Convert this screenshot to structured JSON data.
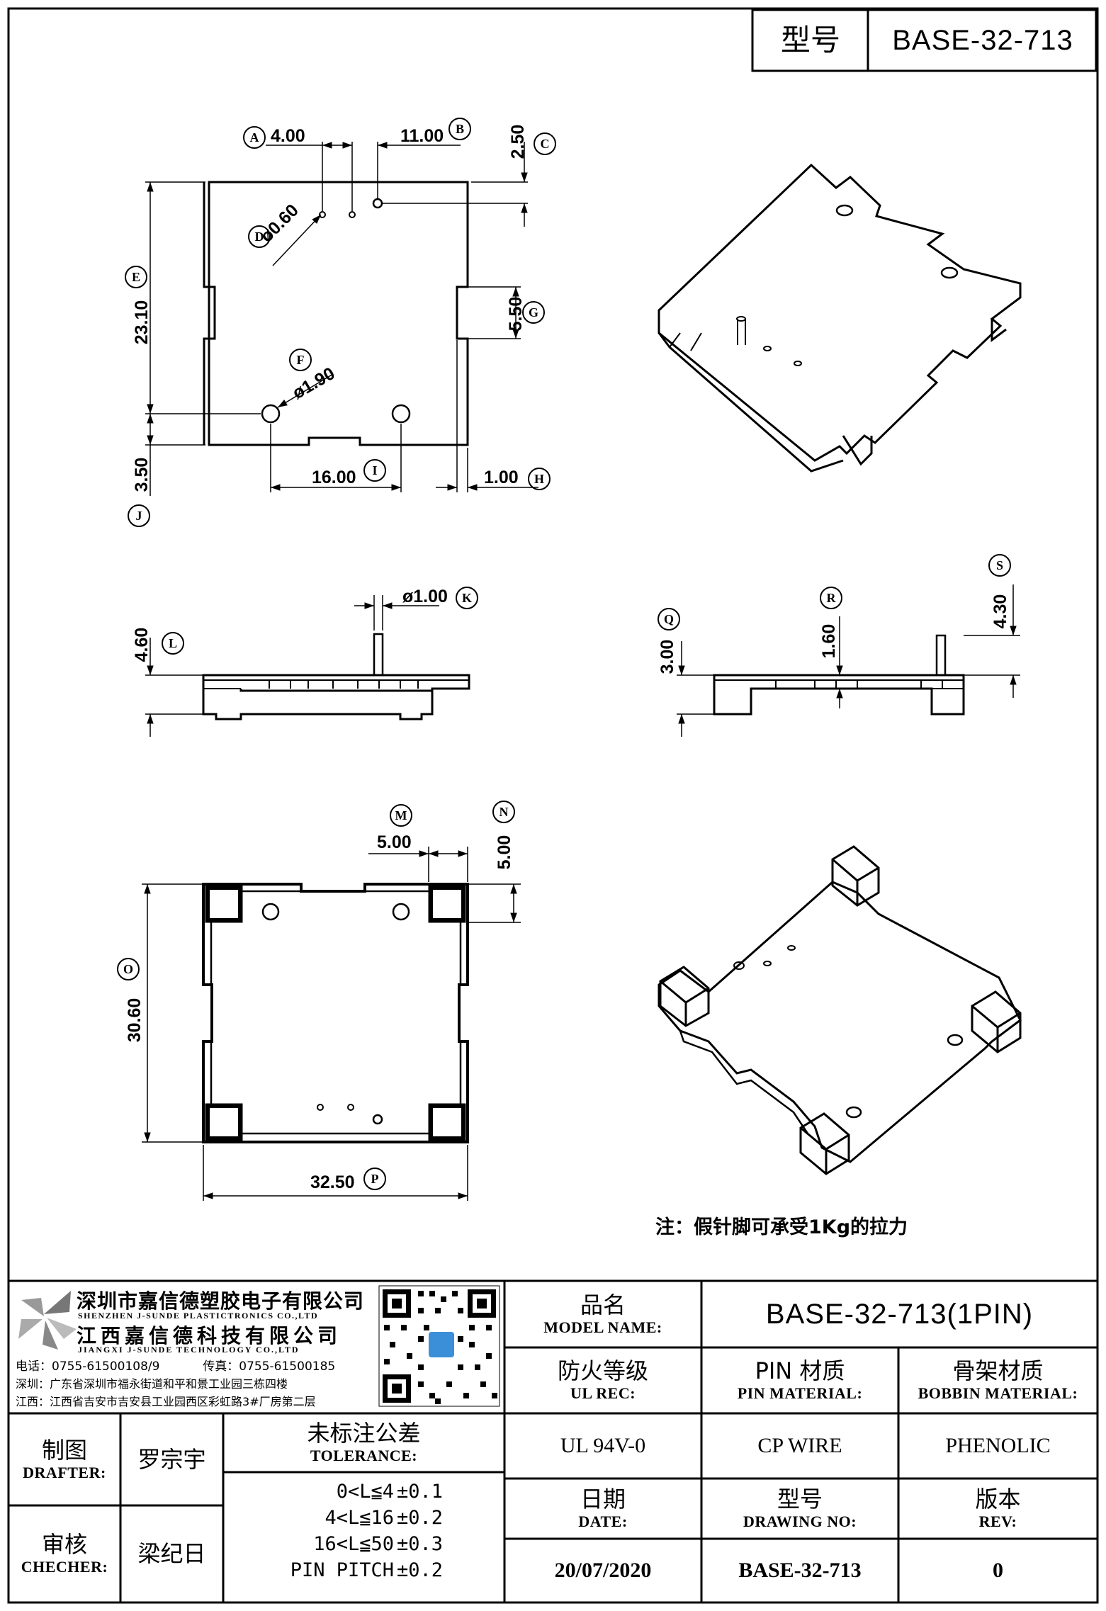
{
  "header": {
    "model_label": "型号",
    "model_value": "BASE-32-713"
  },
  "drawing": {
    "top_view": {
      "dims": {
        "a": "4.00",
        "b": "11.00",
        "c": "2.50",
        "d": "ø0.60",
        "e": "23.10",
        "f": "ø1.90",
        "g": "5.50",
        "h": "1.00",
        "i": "16.00",
        "j": "3.50"
      },
      "markers": {
        "a": "A",
        "b": "B",
        "c": "C",
        "d": "D",
        "e": "E",
        "f": "F",
        "g": "G",
        "h": "H",
        "i": "I",
        "j": "J"
      }
    },
    "front_view": {
      "dims": {
        "k": "ø1.00",
        "l": "4.60"
      },
      "markers": {
        "k": "K",
        "l": "L"
      }
    },
    "side_view": {
      "dims": {
        "q": "3.00",
        "r": "1.60",
        "s": "4.30"
      },
      "markers": {
        "q": "Q",
        "r": "R",
        "s": "S"
      }
    },
    "bottom_view": {
      "dims": {
        "m": "5.00",
        "n": "5.00",
        "o": "30.60",
        "p": "32.50"
      },
      "markers": {
        "m": "M",
        "n": "N",
        "o": "O",
        "p": "P"
      }
    },
    "note": "注：假针脚可承受1Kg的拉力"
  },
  "company": {
    "name_sz": "深圳市嘉信德塑胶电子有限公司",
    "name_sz_en": "SHENZHEN J-SUNDE PLASTICTRONICS CO.,LTD",
    "name_jx": "江西嘉信德科技有限公司",
    "name_jx_en": "JIANGXI J-SUNDE TECHNOLOGY CO.,LTD",
    "tel_label": "电话：",
    "tel": "0755-61500108/9",
    "fax_label": "传真：",
    "fax": "0755-61500185",
    "addr_sz_label": "深圳：",
    "addr_sz": "广东省深圳市福永街道和平和景工业园三栋四楼",
    "addr_jx_label": "江西：",
    "addr_jx": "江西省吉安市吉安县工业园西区彩虹路3#厂房第二层"
  },
  "title_block": {
    "model_name_cn": "品名",
    "model_name_en": "MODEL NAME:",
    "model_name_value": "BASE-32-713(1PIN)",
    "ul_cn": "防火等级",
    "ul_en": "UL REC:",
    "pin_mat_cn": "PIN 材质",
    "pin_mat_en": "PIN MATERIAL:",
    "bobbin_mat_cn": "骨架材质",
    "bobbin_mat_en": "BOBBIN MATERIAL:",
    "drafter_cn": "制图",
    "drafter_en": "DRAFTER:",
    "drafter_name": "罗宗宇",
    "tolerance_cn": "未标注公差",
    "tolerance_en": "TOLERANCE:",
    "ul_value": "UL 94V-0",
    "pin_mat_value": "CP WIRE",
    "bobbin_mat_value": "PHENOLIC",
    "checker_cn": "审核",
    "checker_en": "CHECHER:",
    "checker_name": "梁纪日",
    "tolerances": [
      {
        "range": "0<L≦4",
        "value": "±0.1"
      },
      {
        "range": "4<L≦16",
        "value": "±0.2"
      },
      {
        "range": "16<L≦50",
        "value": "±0.3"
      },
      {
        "range": "PIN PITCH",
        "value": "±0.2"
      }
    ],
    "date_cn": "日期",
    "date_en": "DATE:",
    "drawing_no_cn": "型号",
    "drawing_no_en": "DRAWING NO:",
    "rev_cn": "版本",
    "rev_en": "REV:",
    "date_value": "20/07/2020",
    "drawing_no_value": "BASE-32-713",
    "rev_value": "0"
  }
}
